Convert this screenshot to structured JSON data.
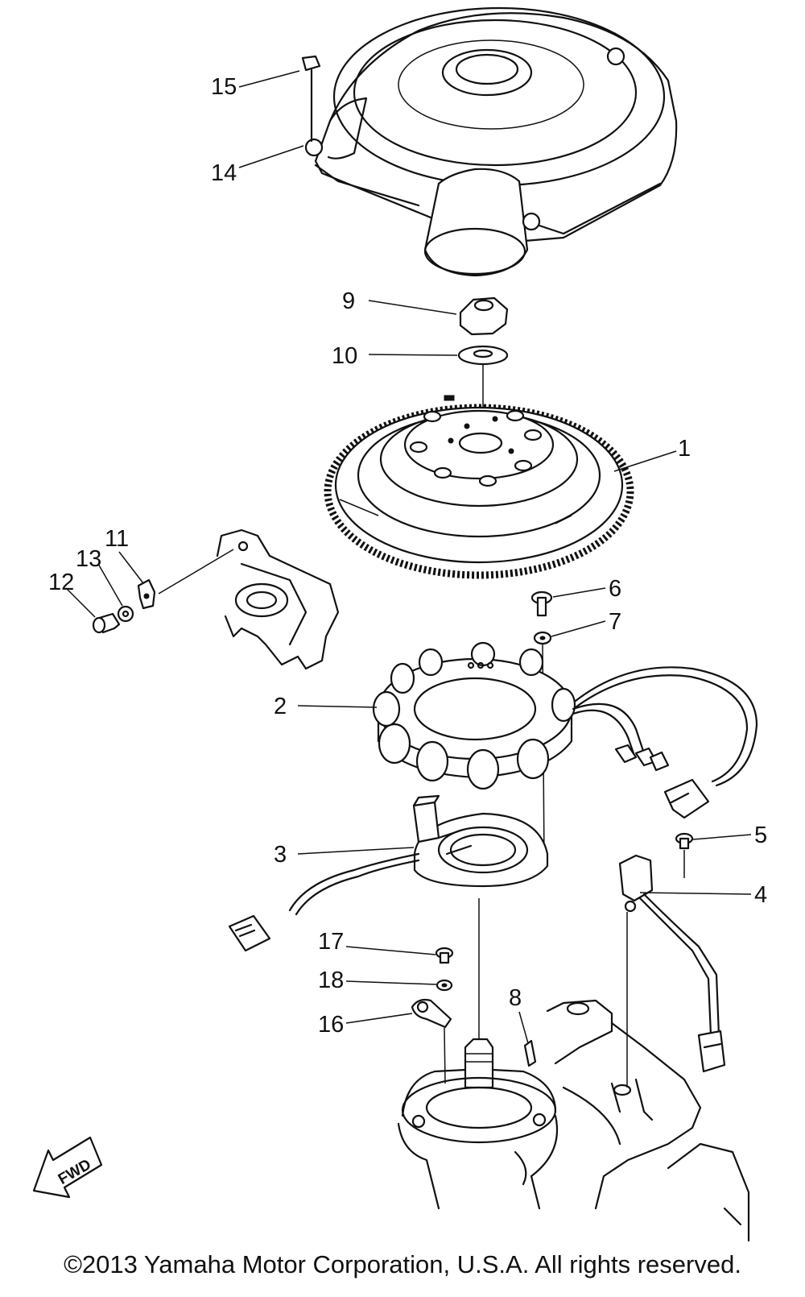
{
  "parts": [
    {
      "callout": "1",
      "item": "flywheel-magnet"
    },
    {
      "callout": "2",
      "item": "stator-assembly"
    },
    {
      "callout": "3",
      "item": "pulser-coil"
    },
    {
      "callout": "4",
      "item": "rectifier-regulator"
    },
    {
      "callout": "5",
      "item": "bolt"
    },
    {
      "callout": "6",
      "item": "bolt"
    },
    {
      "callout": "7",
      "item": "lock-washer"
    },
    {
      "callout": "8",
      "item": "woodruff-key"
    },
    {
      "callout": "9",
      "item": "nut"
    },
    {
      "callout": "10",
      "item": "washer"
    },
    {
      "callout": "11",
      "item": "ground-plate"
    },
    {
      "callout": "12",
      "item": "screw"
    },
    {
      "callout": "13",
      "item": "washer"
    },
    {
      "callout": "14",
      "item": "flywheel-cover"
    },
    {
      "callout": "15",
      "item": "screw"
    },
    {
      "callout": "16",
      "item": "clamp"
    },
    {
      "callout": "17",
      "item": "screw"
    },
    {
      "callout": "18",
      "item": "washer"
    }
  ],
  "direction_marker": "FWD",
  "footer": "©2013 Yamaha Motor Corporation, U.S.A. All rights reserved."
}
